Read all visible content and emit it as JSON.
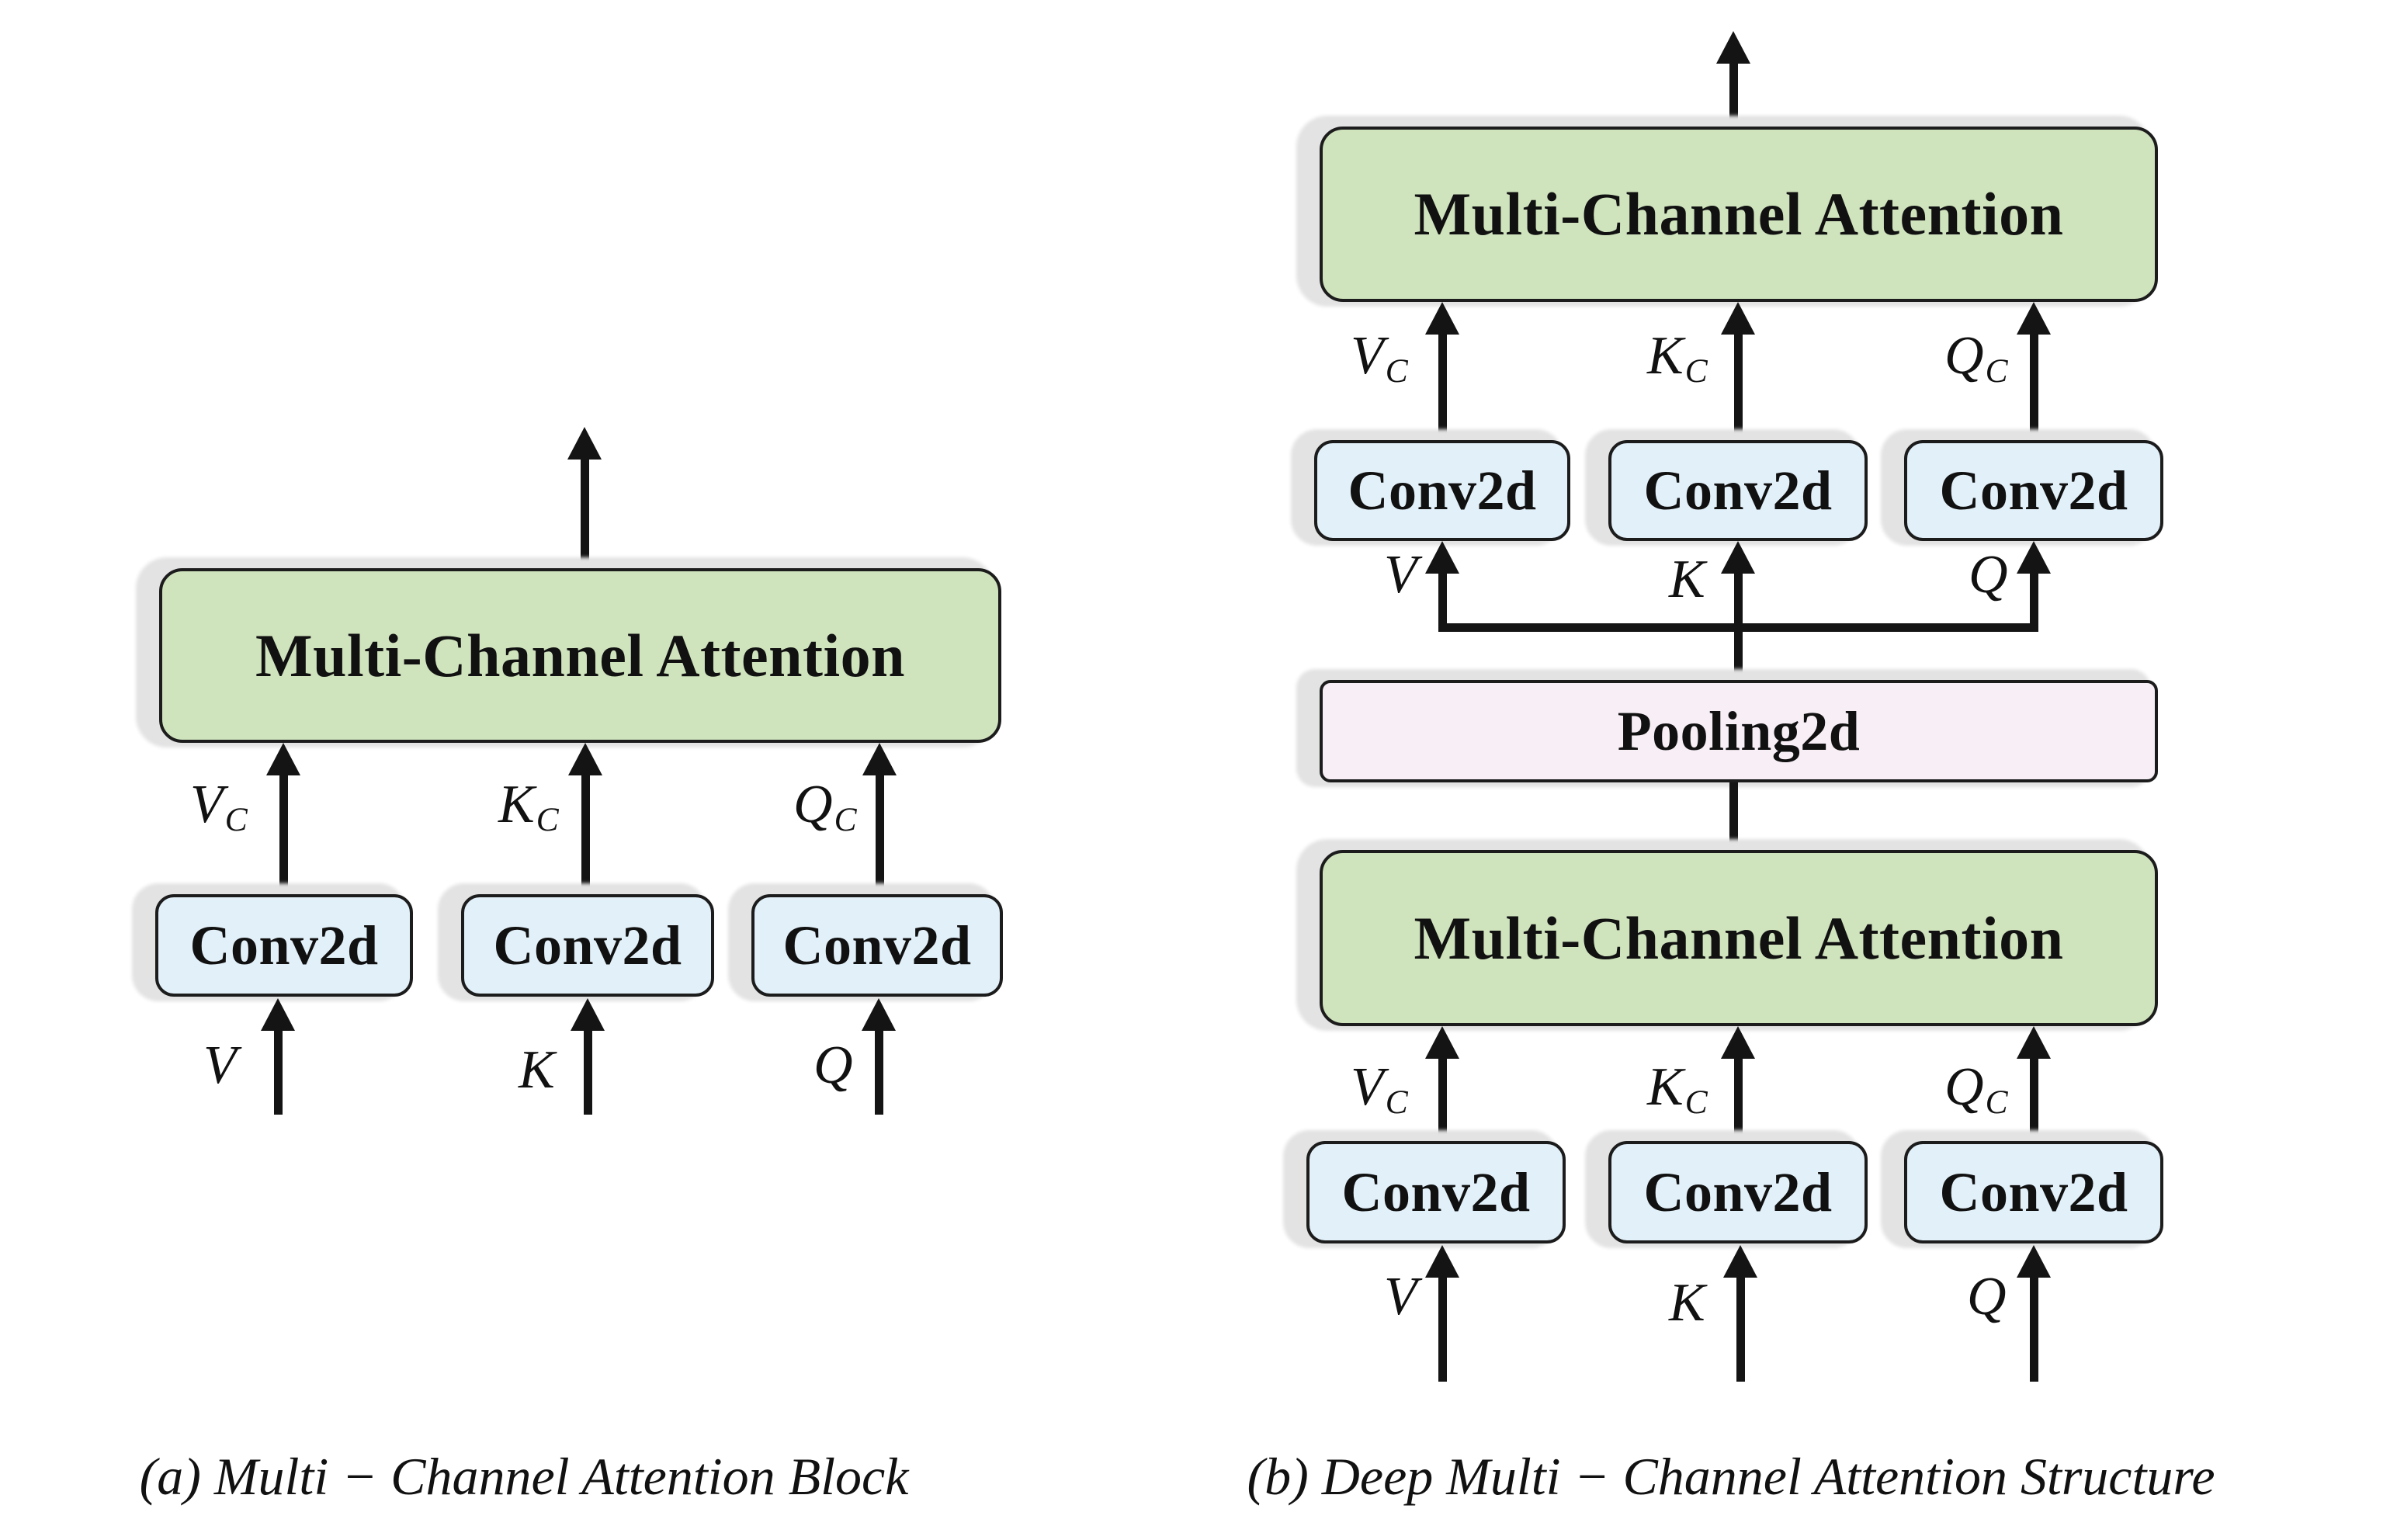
{
  "figure": {
    "type": "architecture-diagram",
    "panels": [
      "a",
      "b"
    ]
  },
  "shared": {
    "attention_label": "Multi-Channel Attention",
    "conv_label": "Conv2d",
    "pooling_label": "Pooling2d"
  },
  "symbols": {
    "v": "V",
    "k": "K",
    "q": "Q",
    "sub": "C"
  },
  "captions": {
    "a": "(a) Multi − Channel Attention Block",
    "b": "(b) Deep Multi − Channel Attention Structure"
  },
  "colors": {
    "green": "#cfe3bd",
    "blue": "#e2f0f9",
    "pink": "#f8eef6",
    "shadow": "#e3e3e3",
    "line": "#141414",
    "border": "#1c1c1c",
    "text": "#111111",
    "bg": "#ffffff"
  }
}
